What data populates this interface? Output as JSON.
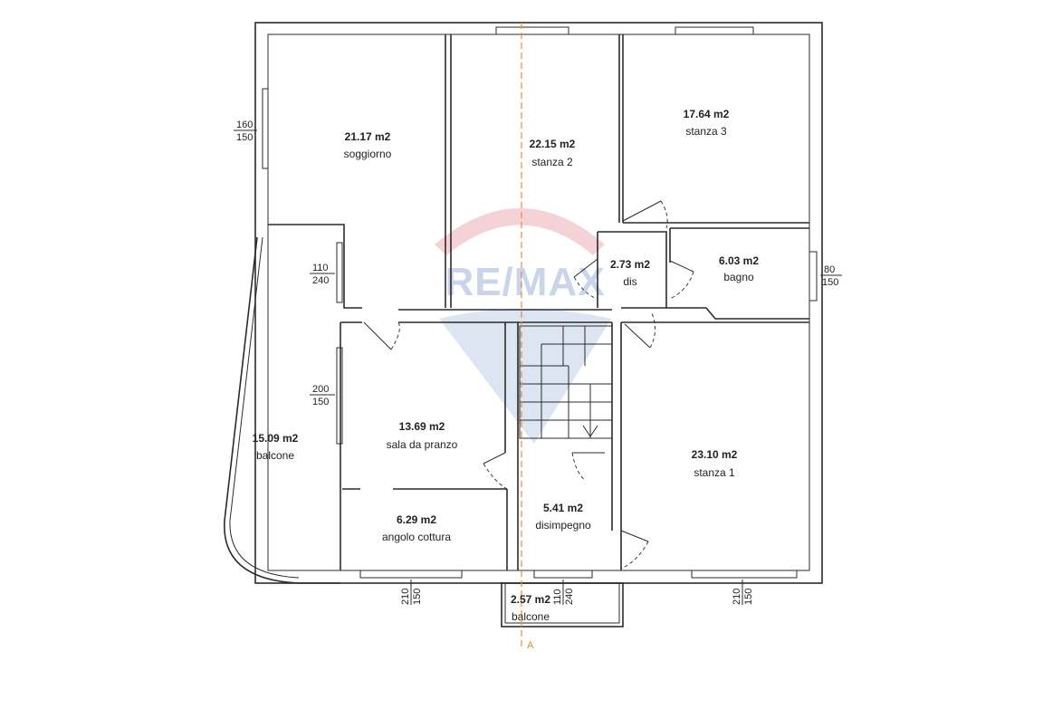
{
  "watermark": {
    "text": "RE/MAX",
    "color_red": "#e8a0a6",
    "color_blue": "#8fa6d4"
  },
  "axis_mark": "A",
  "rooms": [
    {
      "id": "soggiorno",
      "area": "21.17 m2",
      "name": "soggiorno"
    },
    {
      "id": "stanza2",
      "area": "22.15 m2",
      "name": "stanza 2"
    },
    {
      "id": "stanza3",
      "area": "17.64 m2",
      "name": "stanza 3"
    },
    {
      "id": "dis",
      "area": "2.73 m2",
      "name": "dis"
    },
    {
      "id": "bagno",
      "area": "6.03 m2",
      "name": "bagno"
    },
    {
      "id": "sala",
      "area": "13.69 m2",
      "name": "sala da pranzo"
    },
    {
      "id": "balcone-sx",
      "area": "15.09 m2",
      "name": "balcone"
    },
    {
      "id": "stanza1",
      "area": "23.10 m2",
      "name": "stanza 1"
    },
    {
      "id": "disimpegno",
      "area": "5.41 m2",
      "name": "disimpegno"
    },
    {
      "id": "cottura",
      "area": "6.29 m2",
      "name": "angolo cottura"
    },
    {
      "id": "balcone-sud",
      "area": "2.57 m2",
      "name": "balcone"
    }
  ],
  "openings": [
    {
      "id": "w-soggiorno",
      "top": "160",
      "bottom": "150"
    },
    {
      "id": "w-sala-balcone",
      "top": "110",
      "bottom": "240"
    },
    {
      "id": "w-sala",
      "top": "200",
      "bottom": "150"
    },
    {
      "id": "w-bagno",
      "top": "80",
      "bottom": "150"
    },
    {
      "id": "w-cottura",
      "top": "210",
      "bottom": "150"
    },
    {
      "id": "w-disimpegno",
      "top": "110",
      "bottom": "240"
    },
    {
      "id": "w-stanza1",
      "top": "210",
      "bottom": "150"
    }
  ]
}
